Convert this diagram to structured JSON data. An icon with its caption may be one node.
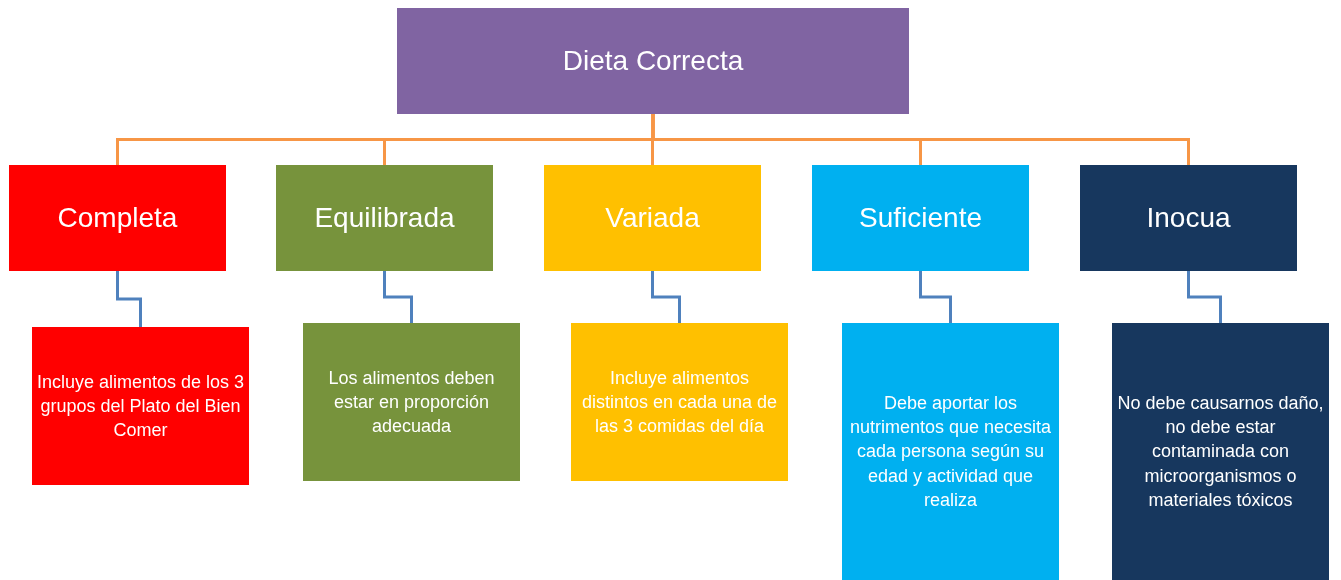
{
  "diagram": {
    "nodes": [
      {
        "text": [
          "Dieta Correcta"
        ]
      },
      {
        "text": [
          "Completa"
        ]
      },
      {
        "text": [
          "Equilibrada"
        ]
      },
      {
        "text": [
          "Variada"
        ]
      },
      {
        "text": [
          "Suficiente"
        ]
      },
      {
        "text": [
          "Inocua"
        ]
      },
      {
        "text": [
          "Incluye alimentos de los 3 grupos del Plato del Bien Comer"
        ]
      },
      {
        "text": [
          "Los alimentos deben estar en proporción adecuada"
        ]
      },
      {
        "text": [
          "Incluye alimentos distintos en cada una de las 3 comidas del día"
        ]
      },
      {
        "text": [
          "Debe aportar los nutrimentos que necesita cada persona según su edad y actividad que realiza"
        ]
      },
      {
        "text": [
          "No debe causarnos daño, no debe estar contaminada con microorganismos o materiales tóxicos"
        ]
      }
    ],
    "edges": [
      {
        "from": 0,
        "to": 1,
        "arrow": "none"
      },
      {
        "from": 0,
        "to": 2,
        "arrow": "none"
      },
      {
        "from": 0,
        "to": 3,
        "arrow": "none"
      },
      {
        "from": 0,
        "to": 4,
        "arrow": "none"
      },
      {
        "from": 0,
        "to": 5,
        "arrow": "none"
      },
      {
        "from": 1,
        "to": 6,
        "arrow": "none",
        "color": "#4f81bd"
      },
      {
        "from": 2,
        "to": 7,
        "arrow": "none",
        "color": "#4f81bd"
      },
      {
        "from": 3,
        "to": 8,
        "arrow": "none",
        "color": "#4f81bd"
      },
      {
        "from": 4,
        "to": 9,
        "arrow": "none",
        "color": "#4f81bd"
      },
      {
        "from": 5,
        "to": 10,
        "arrow": "none",
        "color": "#4f81bd"
      }
    ]
  }
}
